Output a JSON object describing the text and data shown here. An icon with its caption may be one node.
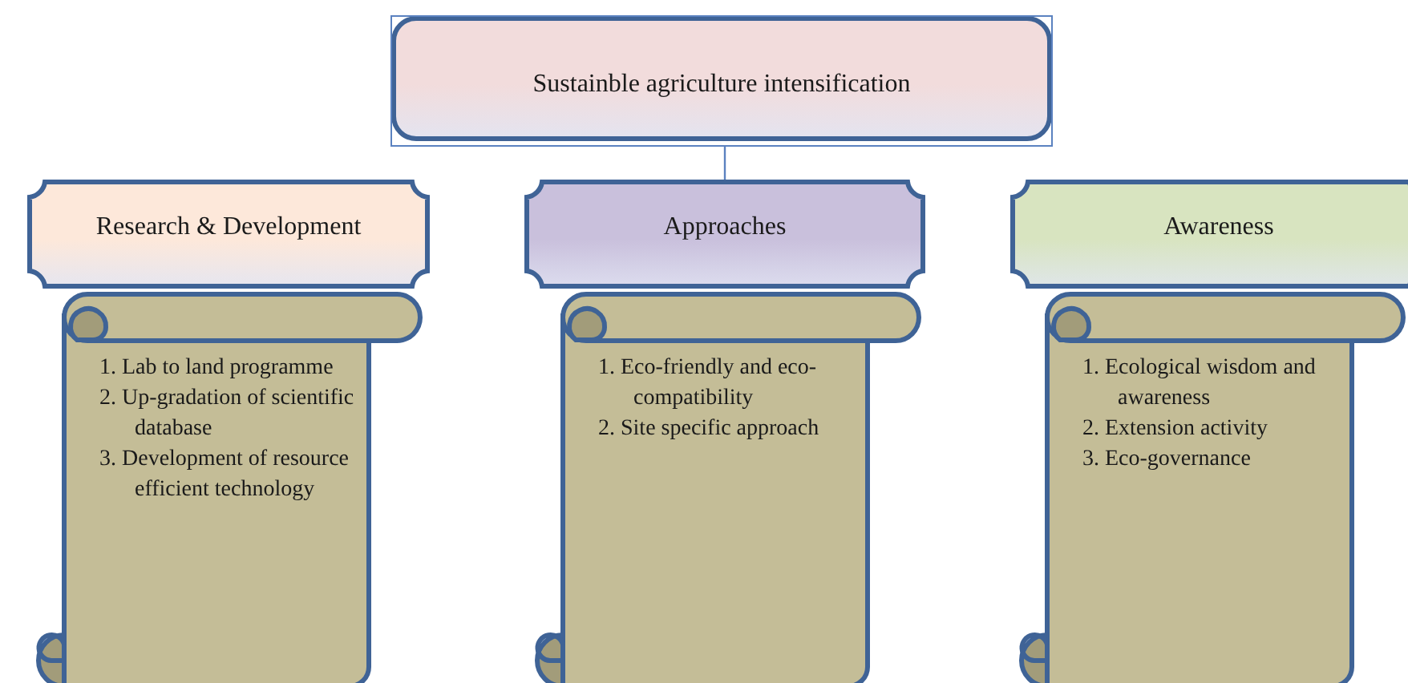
{
  "diagram": {
    "nodes": [
      {
        "text": [
          "Sustainble agriculture intensification"
        ]
      },
      {
        "text": [
          "Research & Development"
        ]
      },
      {
        "text": [
          "1. Lab to land programme",
          "2. Up-gradation of scientific database",
          "3. Development of resource efficient technology"
        ]
      },
      {
        "text": [
          "Approaches"
        ]
      },
      {
        "text": [
          "1. Eco-friendly and eco-compatibility",
          "2. Site specific approach"
        ]
      },
      {
        "text": [
          "Awareness"
        ]
      },
      {
        "text": [
          "1. Ecological wisdom and awareness",
          "2. Extension activity",
          "3. Eco-governance"
        ]
      }
    ],
    "edges": [
      {
        "from": 0,
        "to": 3,
        "arrow": "none"
      }
    ]
  }
}
